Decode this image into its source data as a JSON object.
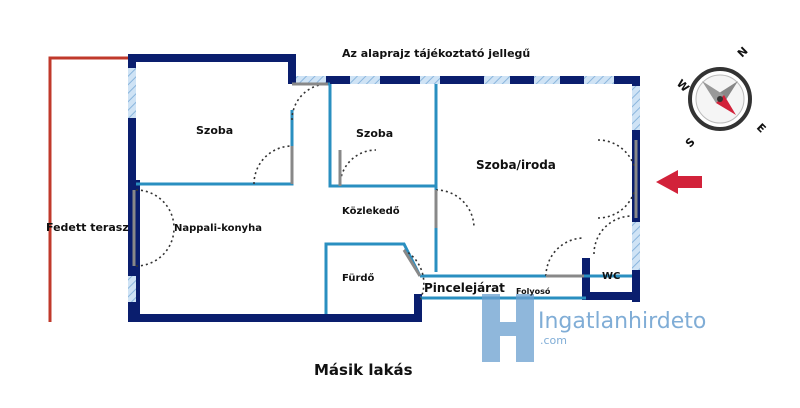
{
  "header": {
    "disclaimer": "Az alaprajz tájékoztató jellegű"
  },
  "rooms": {
    "szoba_1": "Szoba",
    "szoba_2": "Szoba",
    "szoba_iroda": "Szoba/iroda",
    "kozlekedo": "Közlekedő",
    "nappali": "Nappali-konyha",
    "terasz": "Fedett terasz",
    "furdo": "Fürdő",
    "wc": "WC",
    "pince": "Pincelejárat",
    "folyoso": "Folyosó"
  },
  "footer": {
    "neighbor": "Másik lakás"
  },
  "watermark": {
    "brand": "Ingatlanhirdeto",
    "domain": ".com"
  },
  "compass": {
    "n": "N",
    "e": "E",
    "s": "S",
    "w": "W"
  },
  "colors": {
    "wall": "#0a1e6e",
    "inner": "#2a8fc0",
    "terrace": "#c0392b",
    "arrow": "#d2223a",
    "watermark": "#6a9fd0"
  }
}
